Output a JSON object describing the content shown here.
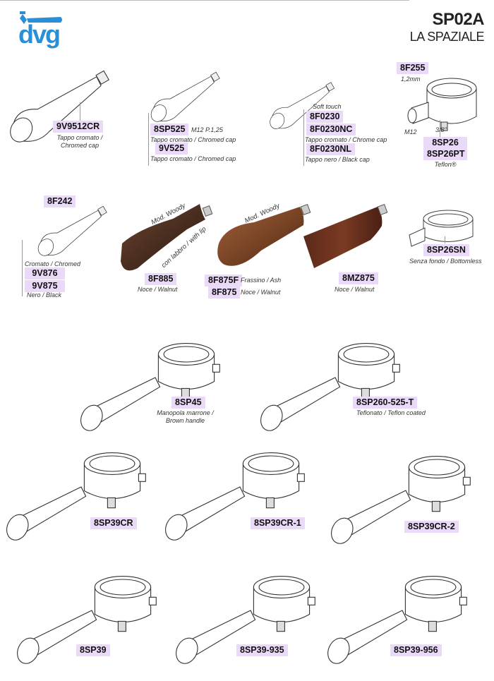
{
  "header": {
    "logo_text": "dvg",
    "title": "SP02A",
    "subtitle": "LA SPAZIALE",
    "brand_color": "#2a8fd6"
  },
  "label_color": "#ead9f8",
  "row1": {
    "item1": {
      "code": "9V9512CR",
      "desc1": "Tappo cromato /",
      "desc2": "Chromed cap"
    },
    "item2": {
      "code1": "8SP525",
      "note": "M12 P.1,25",
      "desc1": "Tappo cromato / Chromed cap",
      "code2": "9V525",
      "desc2": "Tappo cromato / Chromed cap"
    },
    "item3": {
      "note": "Soft touch",
      "code1": "8F0230",
      "code2": "8F0230NC",
      "desc2": "Tappo cromato / Chrome cap",
      "code3": "8F0230NL",
      "desc3": "Tappo nero / Black cap"
    },
    "item4": {
      "code_top": "8F255",
      "thickness": "1,2mm",
      "thread1": "M12",
      "thread2": "3/8\"",
      "code1": "8SP26",
      "code2": "8SP26PT",
      "desc2": "Teflon®"
    }
  },
  "row2": {
    "item1": {
      "code_top": "8F242",
      "desc1": "Cromato / Chromed",
      "code1": "9V876",
      "code2": "9V875",
      "desc2": "Nero / Black"
    },
    "item2": {
      "model": "Mod. Woody",
      "lip": "con labbro / with lip",
      "code": "8F885",
      "desc": "Noce / Walnut"
    },
    "item3": {
      "model": "Mod. Woody",
      "code1": "8F875F",
      "desc1": "Frassino / Ash",
      "code2": "8F875",
      "desc2": "Noce / Walnut"
    },
    "item4": {
      "code": "8MZ875",
      "desc": "Noce / Walnut"
    },
    "item5": {
      "code": "8SP26SN",
      "desc": "Senza fondo / Bottomless"
    }
  },
  "row3": {
    "item1": {
      "code": "8SP45",
      "desc1": "Manopola marrone /",
      "desc2": "Brown handle"
    },
    "item2": {
      "code": "8SP260-525-T",
      "desc": "Teflonato / Teflon coated"
    }
  },
  "row4": {
    "codes": [
      "8SP39CR",
      "8SP39CR-1",
      "8SP39CR-2"
    ]
  },
  "row5": {
    "codes": [
      "8SP39",
      "8SP39-935",
      "8SP39-956"
    ]
  }
}
